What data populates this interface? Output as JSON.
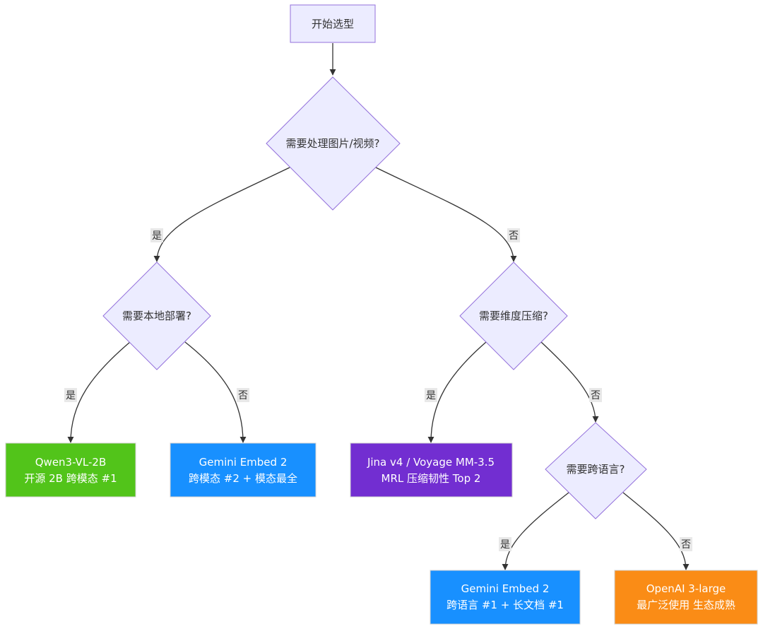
{
  "diagram": {
    "start": {
      "label": "开始选型"
    },
    "decisions": {
      "media": {
        "label": "需要处理图片/视频?"
      },
      "local": {
        "label": "需要本地部署?"
      },
      "mrl": {
        "label": "需要维度压缩?"
      },
      "multilingual": {
        "label": "需要跨语言?"
      }
    },
    "results": {
      "qwen": {
        "line1": "Qwen3-VL-2B",
        "line2": "开源 2B 跨模态 #1",
        "color": "#52c41a"
      },
      "gemini_mm": {
        "line1": "Gemini Embed 2",
        "line2": "跨模态 #2 + 模态最全",
        "color": "#1890ff"
      },
      "jina": {
        "line1": "Jina v4 / Voyage MM-3.5",
        "line2": "MRL 压缩韧性 Top 2",
        "color": "#722ed1"
      },
      "gemini_ml": {
        "line1": "Gemini Embed 2",
        "line2": "跨语言 #1 + 长文档 #1",
        "color": "#1890ff"
      },
      "openai": {
        "line1": "OpenAI 3-large",
        "line2": "最广泛使用 生态成熟",
        "color": "#fa8c16"
      }
    },
    "edges": {
      "media_yes": "是",
      "media_no": "否",
      "local_yes": "是",
      "local_no": "否",
      "mrl_yes": "是",
      "mrl_no": "否",
      "ml_yes": "是",
      "ml_no": "否"
    }
  }
}
